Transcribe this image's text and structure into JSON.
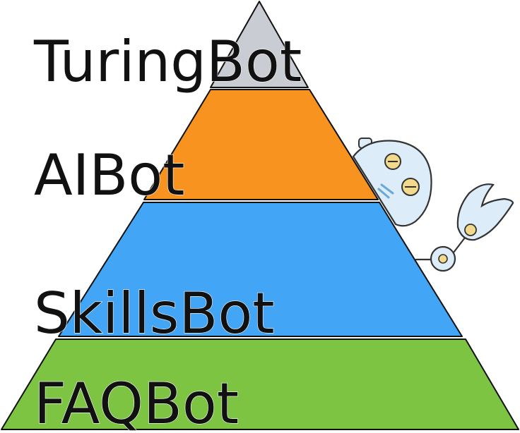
{
  "pyramid": {
    "tiers": [
      {
        "label": "TuringBot",
        "color": "#c9cdd3"
      },
      {
        "label": "AIBot",
        "color": "#f7931e"
      },
      {
        "label": "SkillsBot",
        "color": "#42a5f5"
      },
      {
        "label": "FAQBot",
        "color": "#7dc443"
      }
    ]
  },
  "robot": {
    "icon": "robot-peeking-icon",
    "body_color": "#dcecf8",
    "eye_color": "#f3d98c",
    "outline_color": "#333333"
  }
}
